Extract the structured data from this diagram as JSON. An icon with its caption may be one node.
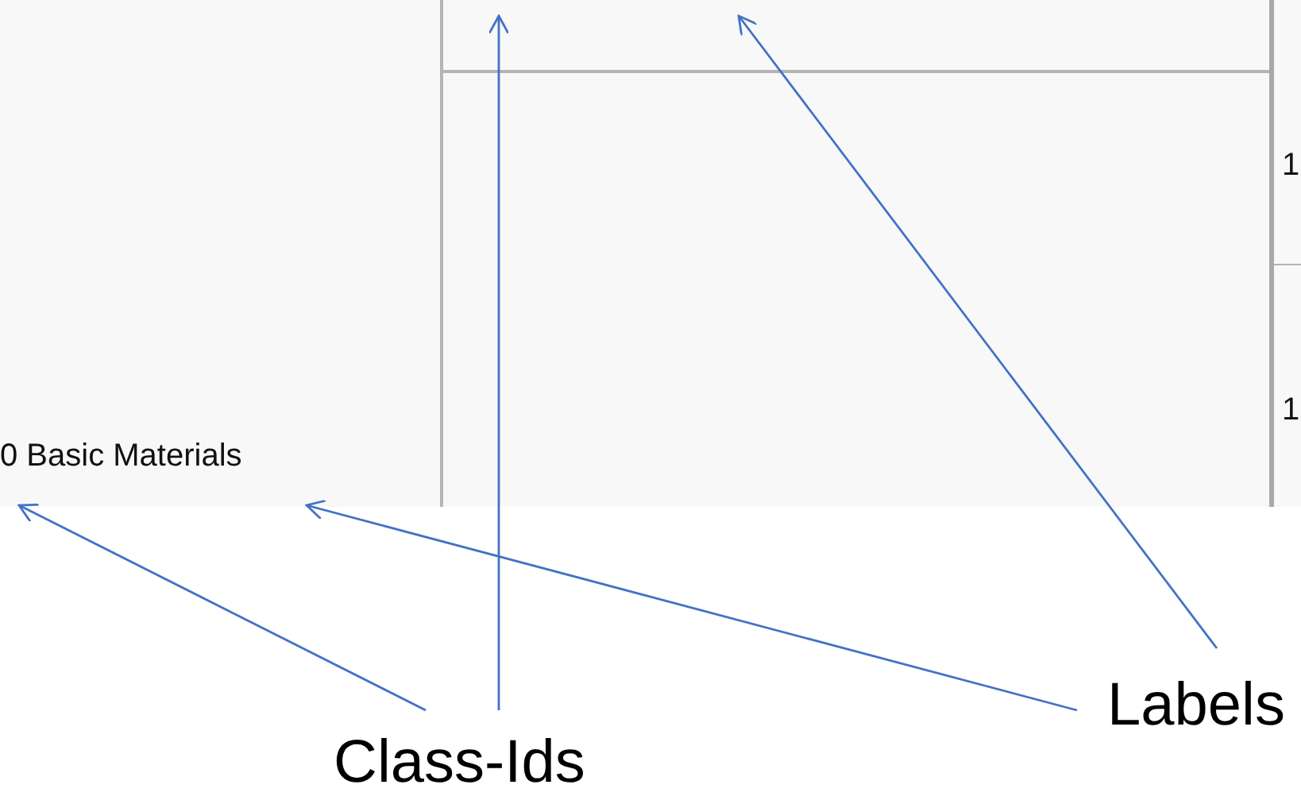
{
  "diagram": {
    "nodes": [
      {
        "text": [
          "Class-Ids"
        ]
      },
      {
        "text": [
          "Labels"
        ]
      }
    ],
    "edges": [
      {
        "from": 0,
        "to": null,
        "arrow": "to"
      },
      {
        "from": 0,
        "to": null,
        "arrow": "to"
      },
      {
        "from": 1,
        "to": null,
        "arrow": "to"
      },
      {
        "from": 1,
        "to": null,
        "arrow": "to"
      }
    ],
    "labels": [
      "0 Basic Materials",
      "1",
      "1"
    ]
  }
}
